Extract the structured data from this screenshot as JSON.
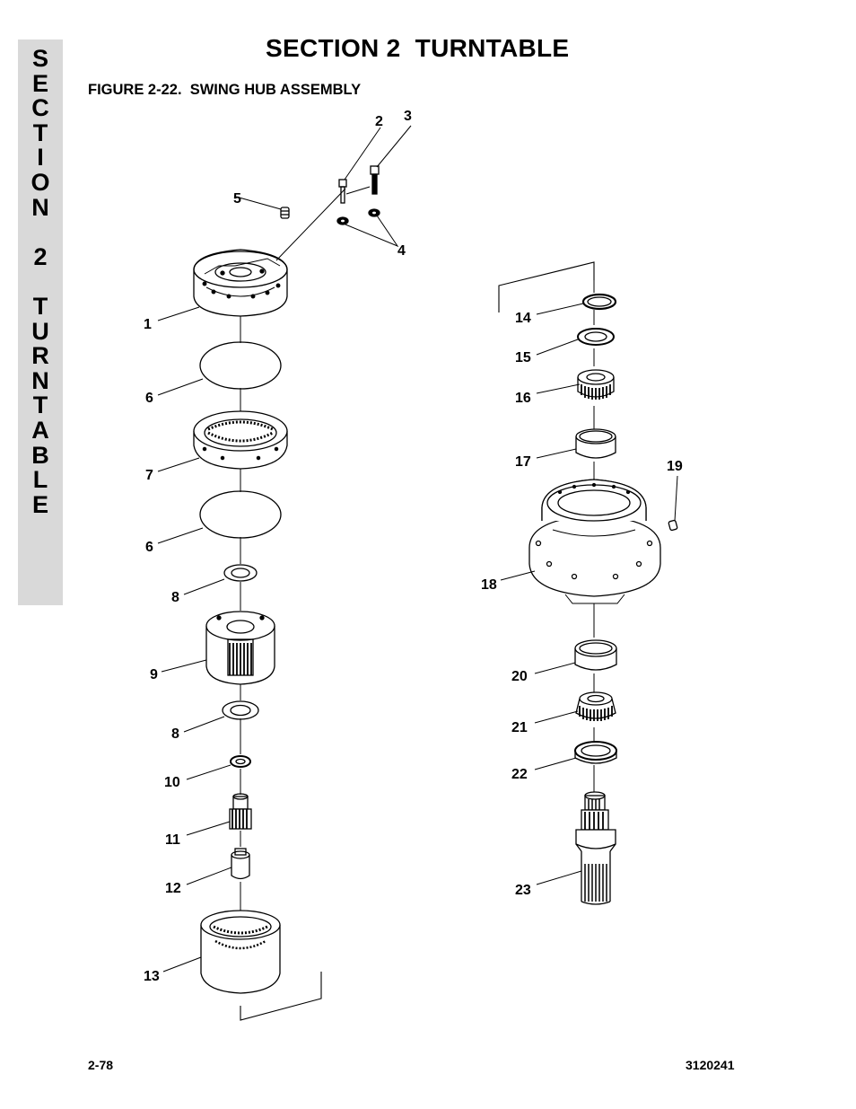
{
  "header": {
    "section_title": "SECTION 2  TURNTABLE",
    "figure_title": "FIGURE 2-22.  SWING HUB ASSEMBLY"
  },
  "side_tab": {
    "letters": [
      "S",
      "E",
      "C",
      "T",
      "I",
      "O",
      "N",
      " ",
      "2",
      " ",
      "T",
      "U",
      "R",
      "N",
      "T",
      "A",
      "B",
      "L",
      "E"
    ]
  },
  "callouts": {
    "c1": "1",
    "c2": "2",
    "c3": "3",
    "c4": "4",
    "c5": "5",
    "c6a": "6",
    "c6b": "6",
    "c7": "7",
    "c8a": "8",
    "c8b": "8",
    "c9": "9",
    "c10": "10",
    "c11": "11",
    "c12": "12",
    "c13": "13",
    "c14": "14",
    "c15": "15",
    "c16": "16",
    "c17": "17",
    "c18": "18",
    "c19": "19",
    "c20": "20",
    "c21": "21",
    "c22": "22",
    "c23": "23"
  },
  "footer": {
    "page_number": "2-78",
    "doc_number": "3120241"
  }
}
